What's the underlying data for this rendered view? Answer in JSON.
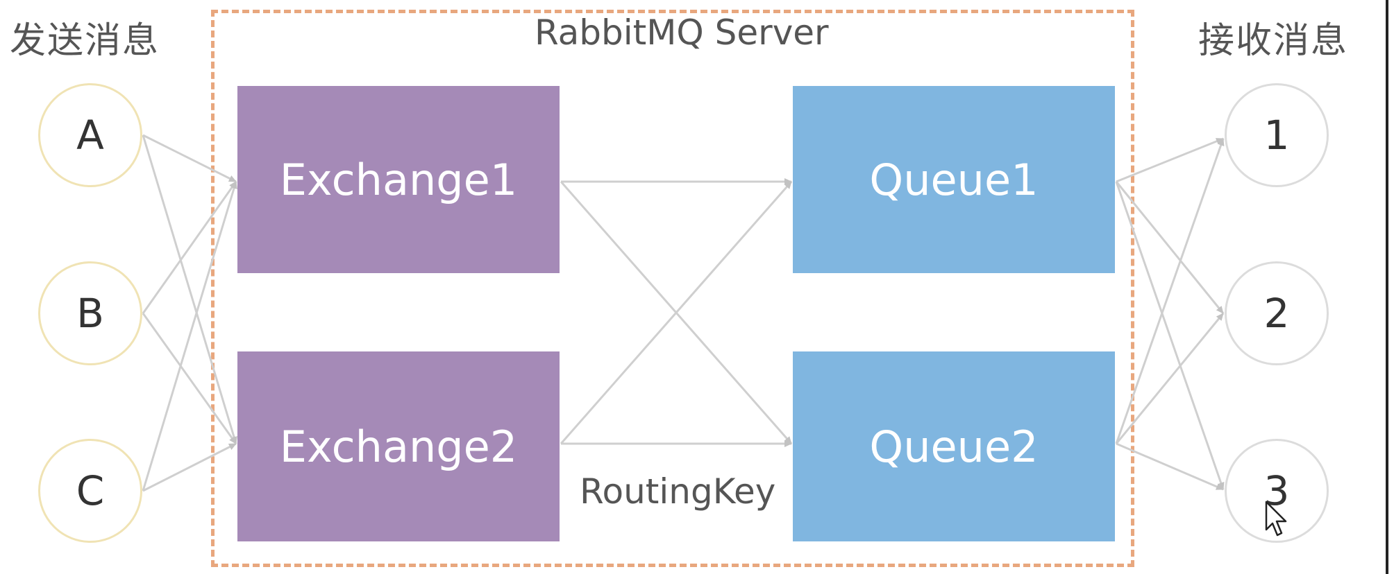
{
  "diagram": {
    "sender_title": "发送消息",
    "receiver_title": "接收消息",
    "server_title": "RabbitMQ Server",
    "routing_key_label": "RoutingKey",
    "producers": [
      "A",
      "B",
      "C"
    ],
    "exchanges": [
      "Exchange1",
      "Exchange2"
    ],
    "queues": [
      "Queue1",
      "Queue2"
    ],
    "consumers": [
      "1",
      "2",
      "3"
    ],
    "colors": {
      "exchange": "#a58ab7",
      "queue": "#80b6e0",
      "server_border": "#e8a77e",
      "arrow": "#c8c8c8"
    }
  }
}
